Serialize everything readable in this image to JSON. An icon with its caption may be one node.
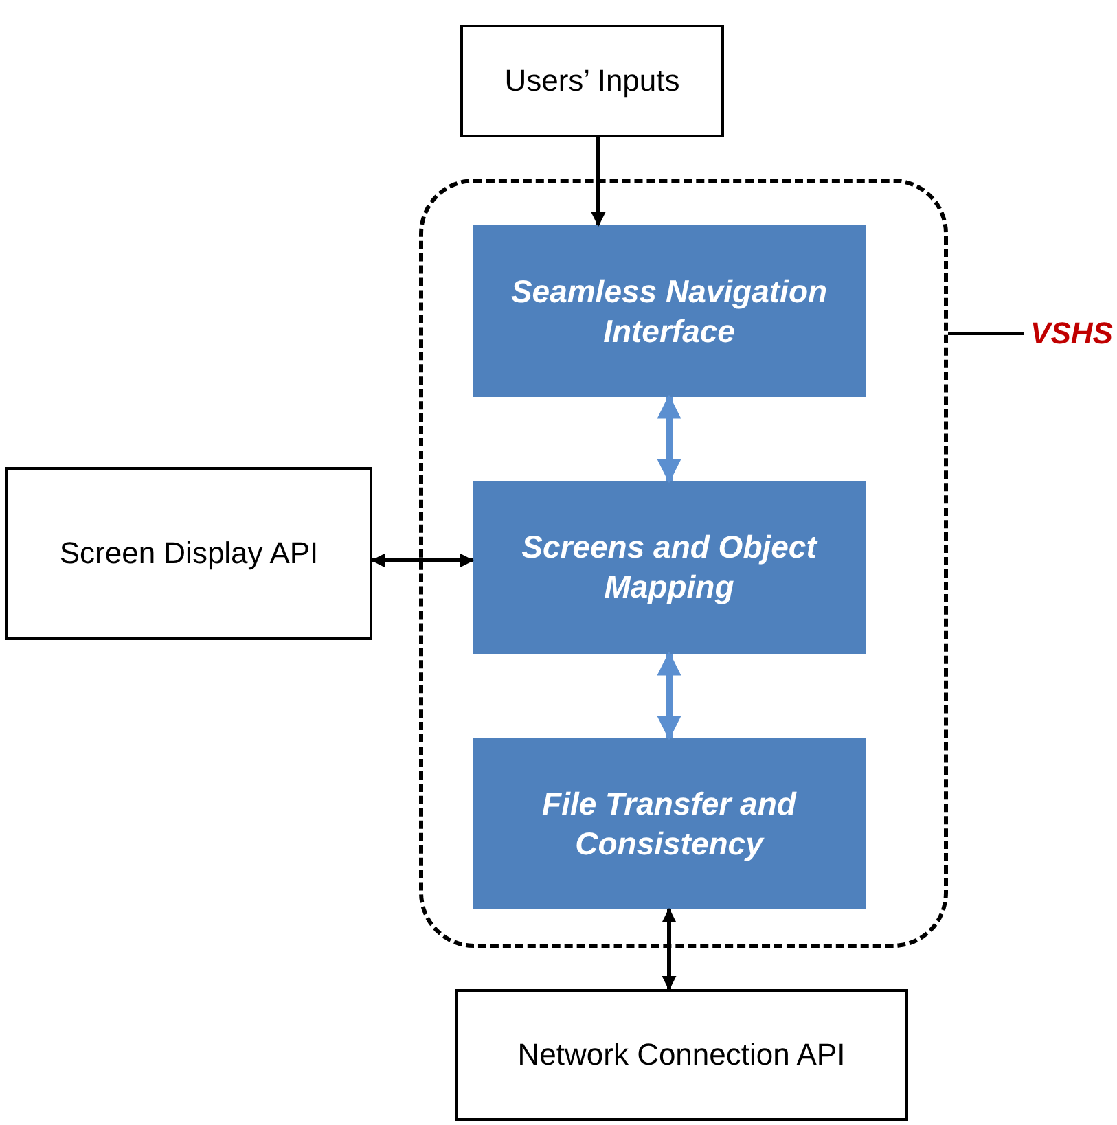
{
  "diagram": {
    "nodes": [
      {
        "text": [
          "Users’ Inputs"
        ]
      },
      {
        "text": [],
        "shape": "box"
      },
      {
        "text": [
          "Seamless Navigation Interface"
        ],
        "in": 1
      },
      {
        "text": [
          "Screens and Object Mapping"
        ],
        "in": 1
      },
      {
        "text": [
          "File Transfer and Consistency"
        ],
        "in": 1
      },
      {
        "text": [
          "VSHS"
        ]
      },
      {
        "text": [
          "Screen Display API"
        ]
      },
      {
        "text": [
          "Network Connection API"
        ]
      }
    ],
    "edges": [
      {
        "from": 0,
        "to": 2,
        "arrow": "to"
      },
      {
        "from": 2,
        "to": 3,
        "arrow": "both",
        "color": "#5b8fd0"
      },
      {
        "from": 3,
        "to": 4,
        "arrow": "both",
        "color": "#5b8fd0"
      },
      {
        "from": 6,
        "to": 3,
        "arrow": "both"
      },
      {
        "from": 4,
        "to": 7,
        "arrow": "both"
      },
      {
        "from": 5,
        "to": 1,
        "arrow": "none"
      }
    ]
  }
}
